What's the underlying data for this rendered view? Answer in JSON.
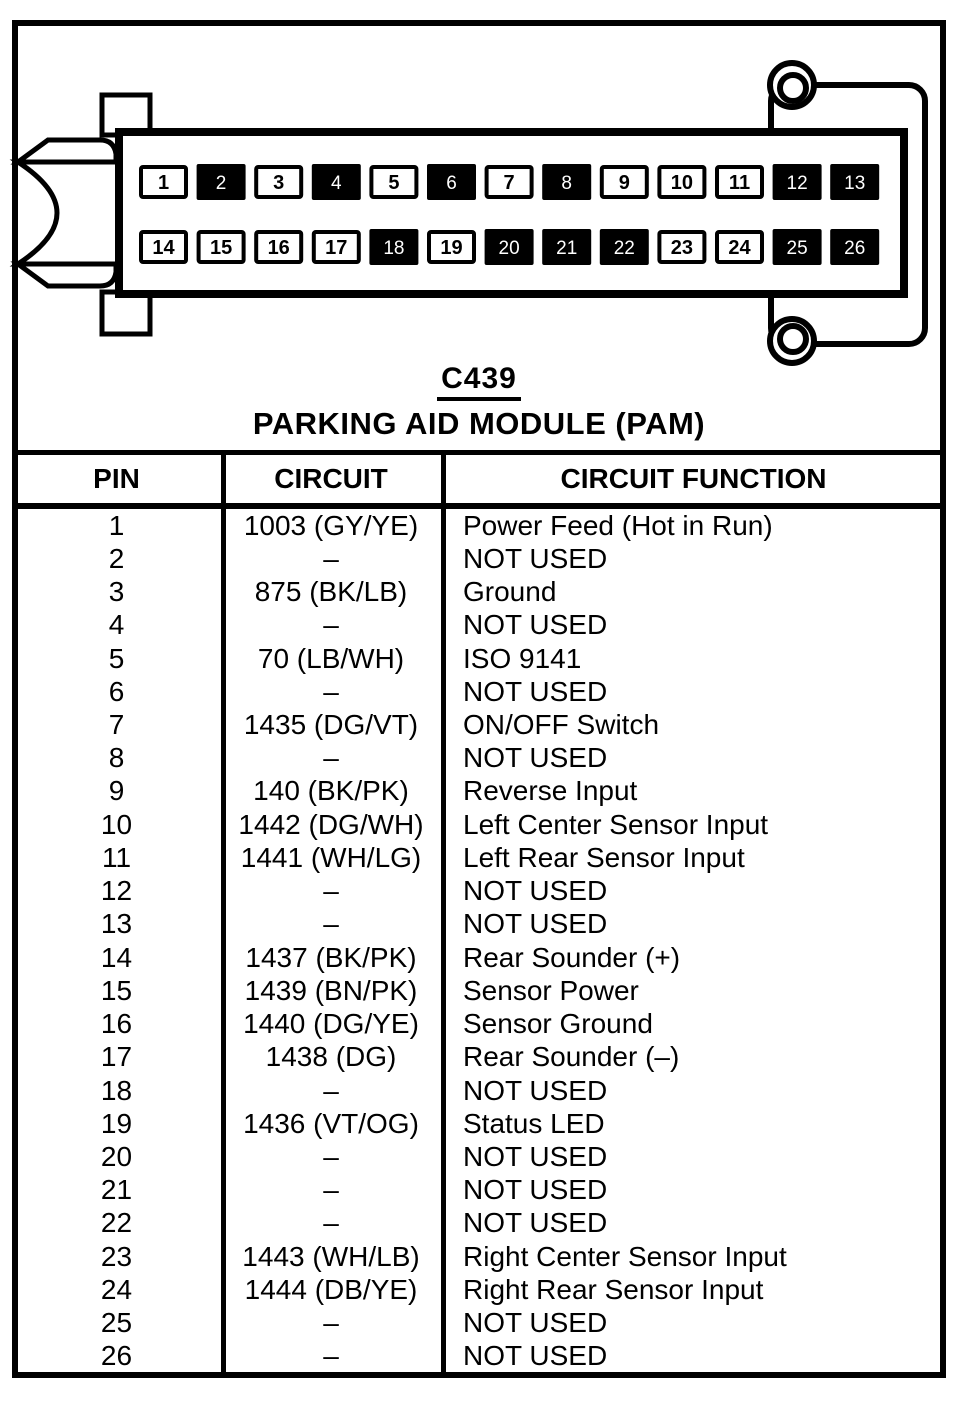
{
  "diagram": {
    "connector_id": "C439",
    "connector_name": "PARKING AID MODULE (PAM)",
    "pins_top": [
      {
        "label": "1",
        "filled": false
      },
      {
        "label": "2",
        "filled": true
      },
      {
        "label": "3",
        "filled": false
      },
      {
        "label": "4",
        "filled": true
      },
      {
        "label": "5",
        "filled": false
      },
      {
        "label": "6",
        "filled": true
      },
      {
        "label": "7",
        "filled": false
      },
      {
        "label": "8",
        "filled": true
      },
      {
        "label": "9",
        "filled": false
      },
      {
        "label": "10",
        "filled": false
      },
      {
        "label": "11",
        "filled": false
      },
      {
        "label": "12",
        "filled": true
      },
      {
        "label": "13",
        "filled": true
      }
    ],
    "pins_bottom": [
      {
        "label": "14",
        "filled": false
      },
      {
        "label": "15",
        "filled": false
      },
      {
        "label": "16",
        "filled": false
      },
      {
        "label": "17",
        "filled": false
      },
      {
        "label": "18",
        "filled": true
      },
      {
        "label": "19",
        "filled": false
      },
      {
        "label": "20",
        "filled": true
      },
      {
        "label": "21",
        "filled": true
      },
      {
        "label": "22",
        "filled": true
      },
      {
        "label": "23",
        "filled": false
      },
      {
        "label": "24",
        "filled": false
      },
      {
        "label": "25",
        "filled": true
      },
      {
        "label": "26",
        "filled": true
      }
    ]
  },
  "table": {
    "headers": [
      "PIN",
      "CIRCUIT",
      "CIRCUIT FUNCTION"
    ],
    "rows": [
      {
        "pin": "1",
        "circuit": "1003 (GY/YE)",
        "function": "Power Feed (Hot in Run)"
      },
      {
        "pin": "2",
        "circuit": "–",
        "function": "NOT USED"
      },
      {
        "pin": "3",
        "circuit": "875 (BK/LB)",
        "function": "Ground"
      },
      {
        "pin": "4",
        "circuit": "–",
        "function": "NOT USED"
      },
      {
        "pin": "5",
        "circuit": "70 (LB/WH)",
        "function": "ISO 9141"
      },
      {
        "pin": "6",
        "circuit": "–",
        "function": "NOT USED"
      },
      {
        "pin": "7",
        "circuit": "1435 (DG/VT)",
        "function": "ON/OFF Switch"
      },
      {
        "pin": "8",
        "circuit": "–",
        "function": "NOT USED"
      },
      {
        "pin": "9",
        "circuit": "140 (BK/PK)",
        "function": "Reverse Input"
      },
      {
        "pin": "10",
        "circuit": "1442 (DG/WH)",
        "function": "Left Center Sensor Input"
      },
      {
        "pin": "11",
        "circuit": "1441 (WH/LG)",
        "function": "Left Rear Sensor Input"
      },
      {
        "pin": "12",
        "circuit": "–",
        "function": "NOT USED"
      },
      {
        "pin": "13",
        "circuit": "–",
        "function": "NOT USED"
      },
      {
        "pin": "14",
        "circuit": "1437 (BK/PK)",
        "function": "Rear Sounder (+)"
      },
      {
        "pin": "15",
        "circuit": "1439 (BN/PK)",
        "function": "Sensor Power"
      },
      {
        "pin": "16",
        "circuit": "1440 (DG/YE)",
        "function": "Sensor Ground"
      },
      {
        "pin": "17",
        "circuit": "1438 (DG)",
        "function": "Rear Sounder (–)"
      },
      {
        "pin": "18",
        "circuit": "–",
        "function": "NOT USED"
      },
      {
        "pin": "19",
        "circuit": "1436 (VT/OG)",
        "function": "Status LED"
      },
      {
        "pin": "20",
        "circuit": "–",
        "function": "NOT USED"
      },
      {
        "pin": "21",
        "circuit": "–",
        "function": "NOT USED"
      },
      {
        "pin": "22",
        "circuit": "–",
        "function": "NOT USED"
      },
      {
        "pin": "23",
        "circuit": "1443 (WH/LB)",
        "function": "Right Center Sensor Input"
      },
      {
        "pin": "24",
        "circuit": "1444 (DB/YE)",
        "function": "Right Rear Sensor Input"
      },
      {
        "pin": "25",
        "circuit": "–",
        "function": "NOT USED"
      },
      {
        "pin": "26",
        "circuit": "–",
        "function": "NOT USED"
      }
    ]
  },
  "colors": {
    "ink": "#000000",
    "paper": "#ffffff"
  }
}
